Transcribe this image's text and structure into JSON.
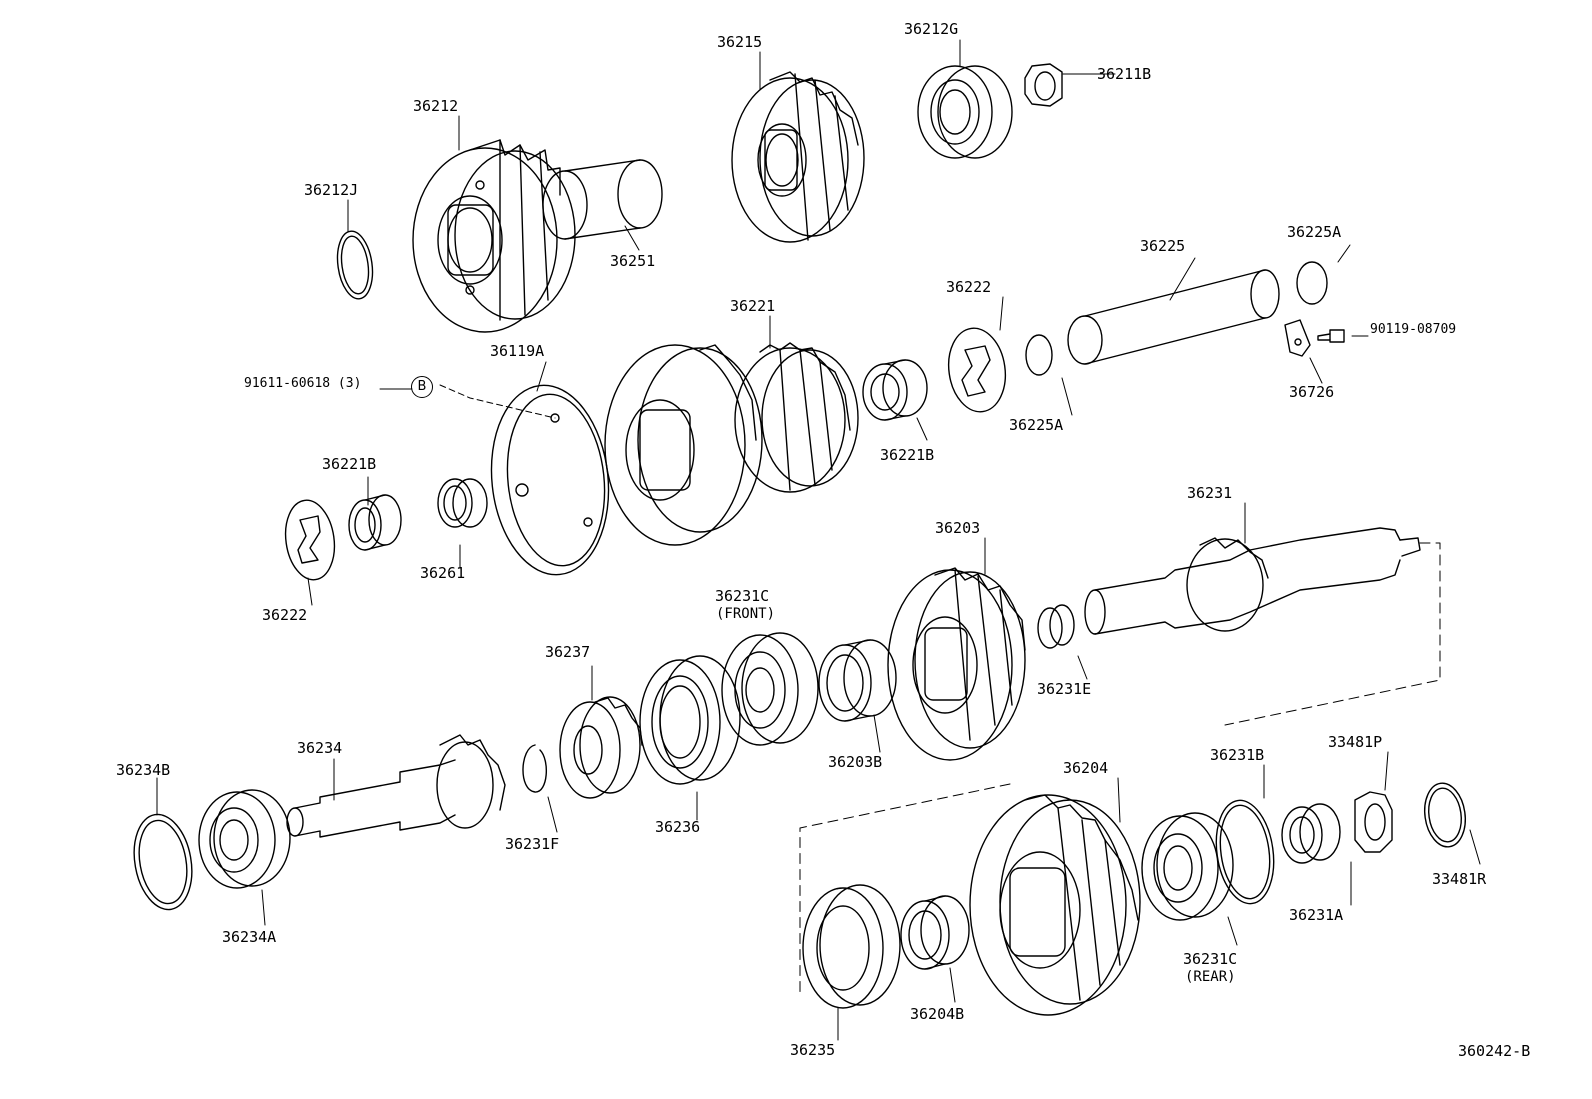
{
  "diagram": {
    "figure_code": "360242-B",
    "ref_marker": "B",
    "parts": [
      {
        "id": "36212J"
      },
      {
        "id": "36212"
      },
      {
        "id": "36251"
      },
      {
        "id": "36215"
      },
      {
        "id": "36212G"
      },
      {
        "id": "36211B"
      },
      {
        "id": "36225"
      },
      {
        "id": "36225A"
      },
      {
        "id": "90119-08709"
      },
      {
        "id": "36726"
      },
      {
        "id": "36222"
      },
      {
        "id": "36225A"
      },
      {
        "id": "36221"
      },
      {
        "id": "36221B"
      },
      {
        "id": "36119A"
      },
      {
        "id": "91611-60618 (3)"
      },
      {
        "id": "36221B"
      },
      {
        "id": "36261"
      },
      {
        "id": "36222"
      },
      {
        "id": "36231"
      },
      {
        "id": "36203"
      },
      {
        "id": "36231C",
        "note": "(FRONT)"
      },
      {
        "id": "36237"
      },
      {
        "id": "36231E"
      },
      {
        "id": "36203B"
      },
      {
        "id": "36236"
      },
      {
        "id": "36231F"
      },
      {
        "id": "36234"
      },
      {
        "id": "36234B"
      },
      {
        "id": "36234A"
      },
      {
        "id": "36204"
      },
      {
        "id": "36231B"
      },
      {
        "id": "33481P"
      },
      {
        "id": "33481R"
      },
      {
        "id": "36231A"
      },
      {
        "id": "36231C",
        "note": "(REAR)"
      },
      {
        "id": "36204B"
      },
      {
        "id": "36235"
      }
    ]
  }
}
